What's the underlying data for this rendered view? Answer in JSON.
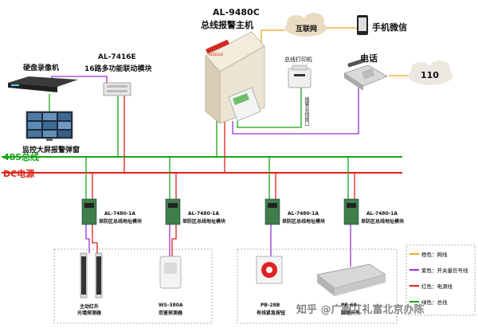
{
  "host": {
    "model": "AL-9480C",
    "name": "总线报警主机",
    "brand": "ALEEGEE"
  },
  "internet": "互联网",
  "wechat": "手机微信",
  "phone": "电话",
  "police": "110",
  "printer": "总线打印机",
  "port": "报警总线接口",
  "dvr": "硬盘录像机",
  "screen": "监控大屏报警弹窗",
  "linkage": {
    "model": "AL-7416E",
    "name": "16路多功能联动模块"
  },
  "bus485": "485总线",
  "busdc": "DC电源",
  "modules": [
    {
      "model": "AL-7480-1A",
      "name": "单防区总线地址模块"
    },
    {
      "model": "AL-7480-1A",
      "name": "单防区总线地址模块"
    },
    {
      "model": "AL-7480-1A",
      "name": "单防区总线地址模块"
    },
    {
      "model": "AL-7480-1A",
      "name": "单防区总线地址模块"
    }
  ],
  "devices": [
    {
      "line1": "主动红外",
      "line2": "光墙探测器"
    },
    {
      "line1": "WS-380A",
      "line2": "双鉴探测器"
    },
    {
      "line1": "PB-28B",
      "line2": "有线紧急按钮"
    },
    {
      "line1": "PB-60",
      "line2": "脚踏开关"
    }
  ],
  "legend": [
    {
      "color": "#f2a51c",
      "label": "橙色：网线"
    },
    {
      "color": "#9b30d9",
      "label": "紫色：开关量信号线"
    },
    {
      "color": "#e0201a",
      "label": "红色：电源线"
    },
    {
      "color": "#1aa31a",
      "label": "绿色：总线"
    }
  ],
  "watermark": "知乎 @广州艾礼富北京办陈"
}
